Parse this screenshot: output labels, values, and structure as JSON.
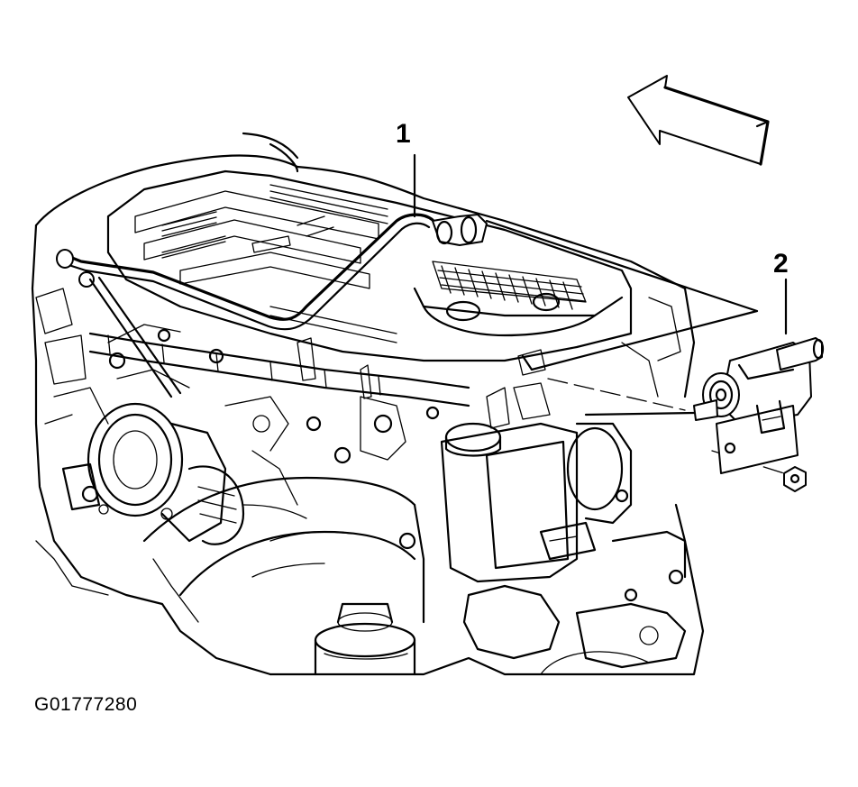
{
  "callouts": {
    "one": "1",
    "two": "2"
  },
  "figure_id": "G01777280",
  "icons": {
    "direction_arrow": "front-direction-arrow-icon"
  }
}
